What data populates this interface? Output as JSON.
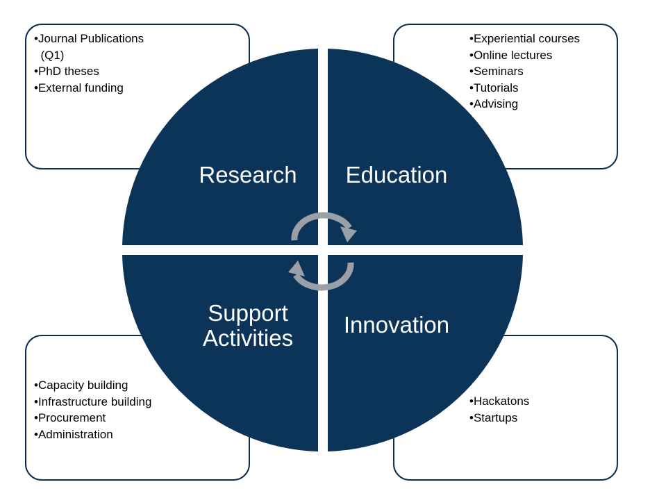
{
  "quadrants": {
    "research": {
      "title": "Research",
      "items": [
        "•Journal Publications",
        "  (Q1)",
        "•PhD theses",
        "•External funding"
      ]
    },
    "education": {
      "title": "Education",
      "items": [
        "•Experiential courses",
        "•Online lectures",
        "•Seminars",
        "•Tutorials",
        "•Advising"
      ]
    },
    "support": {
      "title_line1": "Support",
      "title_line2": "Activities",
      "items": [
        "•Capacity building",
        "•Infrastructure building",
        "•Procurement",
        "•Administration"
      ]
    },
    "innovation": {
      "title": "Innovation",
      "items": [
        "•Hackatons",
        "•Startups"
      ]
    }
  },
  "colors": {
    "quadrant_fill": "#0c3358",
    "box_border": "#0c2d4e",
    "cycle_arrow": "#9aa0a6"
  },
  "icons": {
    "center": "cycle-arrows-icon"
  }
}
